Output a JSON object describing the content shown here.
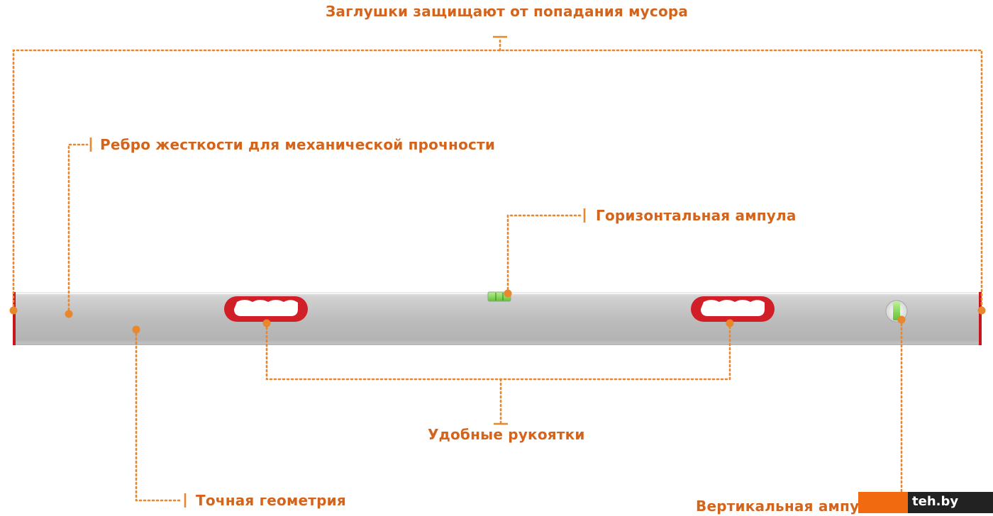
{
  "labels": {
    "plugs": "Заглушки защищают от попадания мусора",
    "rib": "Ребро жесткости для механической прочности",
    "horizontal_vial": "Горизонтальная ампула",
    "handles": "Удобные рукоятки",
    "geometry": "Точная геометрия",
    "vertical_vial": "Вертикальная ампула"
  },
  "watermark": {
    "text": "teh.by"
  },
  "colors": {
    "accent": "#e8872d",
    "label": "#d4641c",
    "handle_red": "#d11f28",
    "end_cap_red": "#c8161e",
    "body_silver": "#bcbcbc",
    "vial_green": "#7fd94f"
  },
  "icons": [
    "callout-dot-marker",
    "bubble-vial-icon",
    "handle-grip-icon"
  ]
}
